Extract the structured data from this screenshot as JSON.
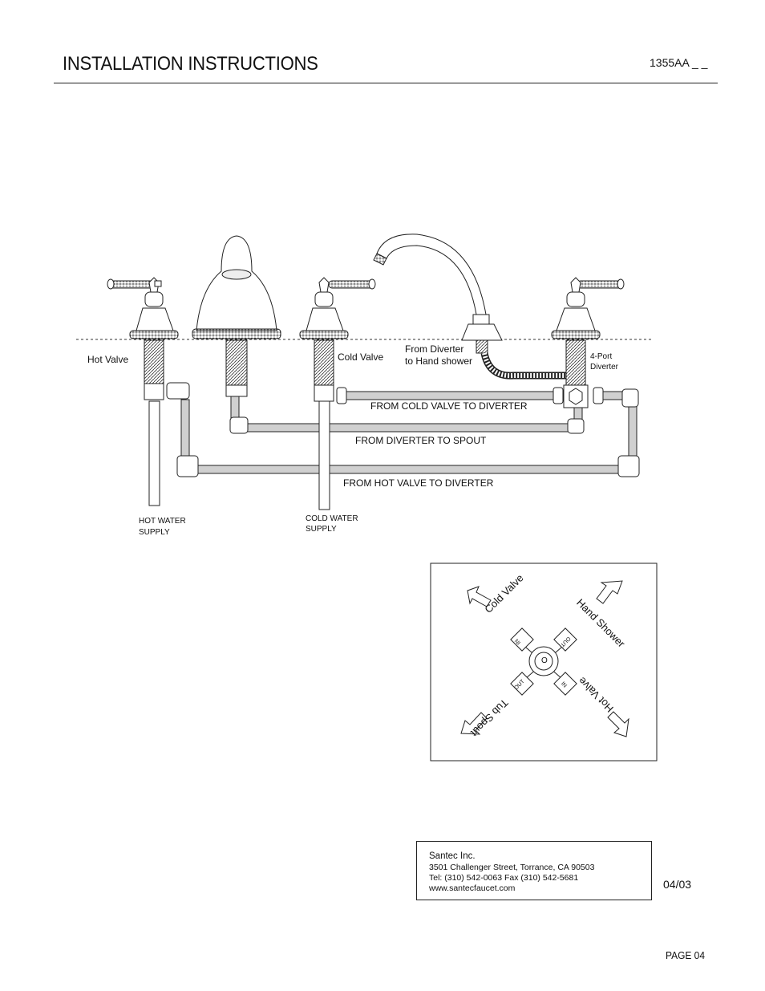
{
  "header": {
    "title": "INSTALLATION INSTRUCTIONS",
    "model": "1355AA _ _"
  },
  "diagram": {
    "labels": {
      "hot_valve": "Hot Valve",
      "cold_valve": "Cold Valve",
      "from_diverter_line1": "From Diverter",
      "from_diverter_line2": "to Hand shower",
      "four_port_line1": "4-Port",
      "four_port_line2": "Diverter",
      "from_cold_to_diverter": "FROM COLD VALVE TO DIVERTER",
      "from_diverter_to_spout": "FROM DIVERTER TO SPOUT",
      "from_hot_to_diverter": "FROM HOT VALVE TO DIVERTER",
      "hot_supply_line1": "HOT WATER",
      "hot_supply_line2": "SUPPLY",
      "cold_supply_line1": "COLD WATER",
      "cold_supply_line2": "SUPPLY"
    }
  },
  "diverter_detail": {
    "cold_valve": "Cold Valve",
    "hand_shower": "Hand Shower",
    "tub_spout": "Tub Spout",
    "hot_valve": "Hot Valve",
    "port_in": "IN",
    "port_out": "OUT",
    "center": "O"
  },
  "company": {
    "name": "Santec Inc.",
    "address": "3501 Challenger Street, Torrance, CA 90503",
    "phone": "Tel: (310) 542-0063  Fax (310) 542-5681",
    "web": "www.santecfaucet.com"
  },
  "footer": {
    "date": "04/03",
    "page": "PAGE 04"
  }
}
